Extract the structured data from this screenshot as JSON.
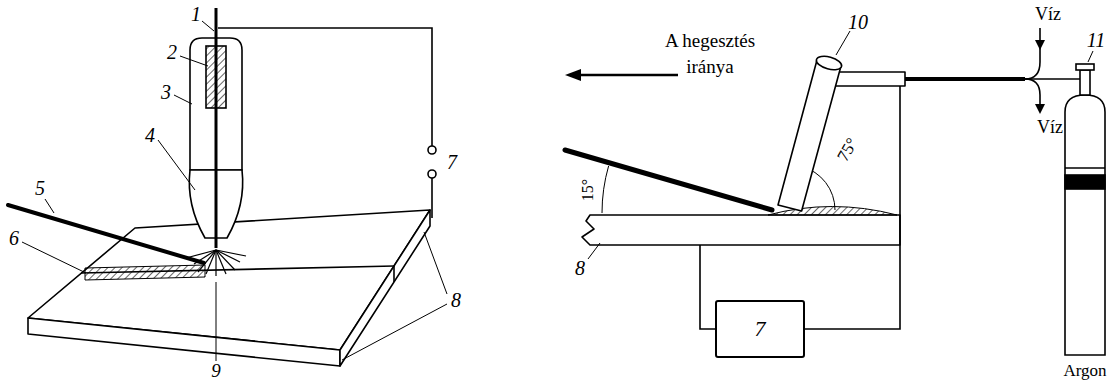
{
  "diagram": {
    "nodes": [
      {
        "text": [
          "7"
        ]
      }
    ],
    "labels": [
      "1",
      "2",
      "3",
      "4",
      "5",
      "6",
      "7",
      "8",
      "9",
      "A hegesztés iránya",
      "10",
      "Víz",
      "Víz",
      "75°",
      "15°",
      "8",
      "11",
      "Argon"
    ]
  }
}
